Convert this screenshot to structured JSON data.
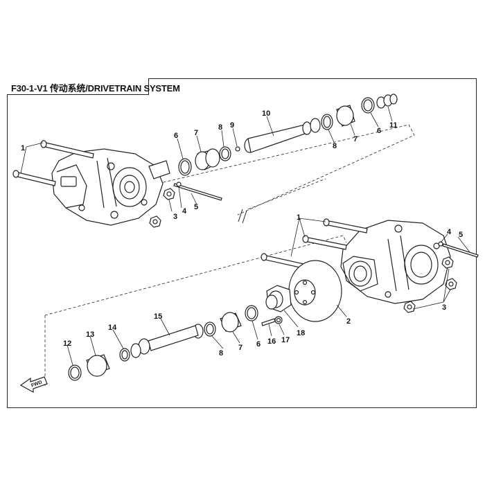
{
  "title": "F30-1-V1 传动系统/DRIVETRAIN SYSTEM",
  "direction_label": "FWD",
  "callouts": {
    "c1_top": "1",
    "c3_top": "3",
    "c4_top": "4",
    "c5_top": "5",
    "c6_top_left": "6",
    "c7_top_left": "7",
    "c8_top_left": "8",
    "c9": "9",
    "c10": "10",
    "c8_top_right": "8",
    "c7_top_right": "7",
    "c6_top_right": "6",
    "c11": "11",
    "c1_bottom": "1",
    "c4_bottom": "4",
    "c5_bottom": "5",
    "c3_bottom": "3",
    "c2": "2",
    "c18": "18",
    "c17": "17",
    "c16": "16",
    "c6_bottom": "6",
    "c7_bottom": "7",
    "c8_bottom": "8",
    "c15": "15",
    "c14": "14",
    "c13": "13",
    "c12": "12"
  },
  "colors": {
    "line": "#222222",
    "background": "#ffffff"
  }
}
